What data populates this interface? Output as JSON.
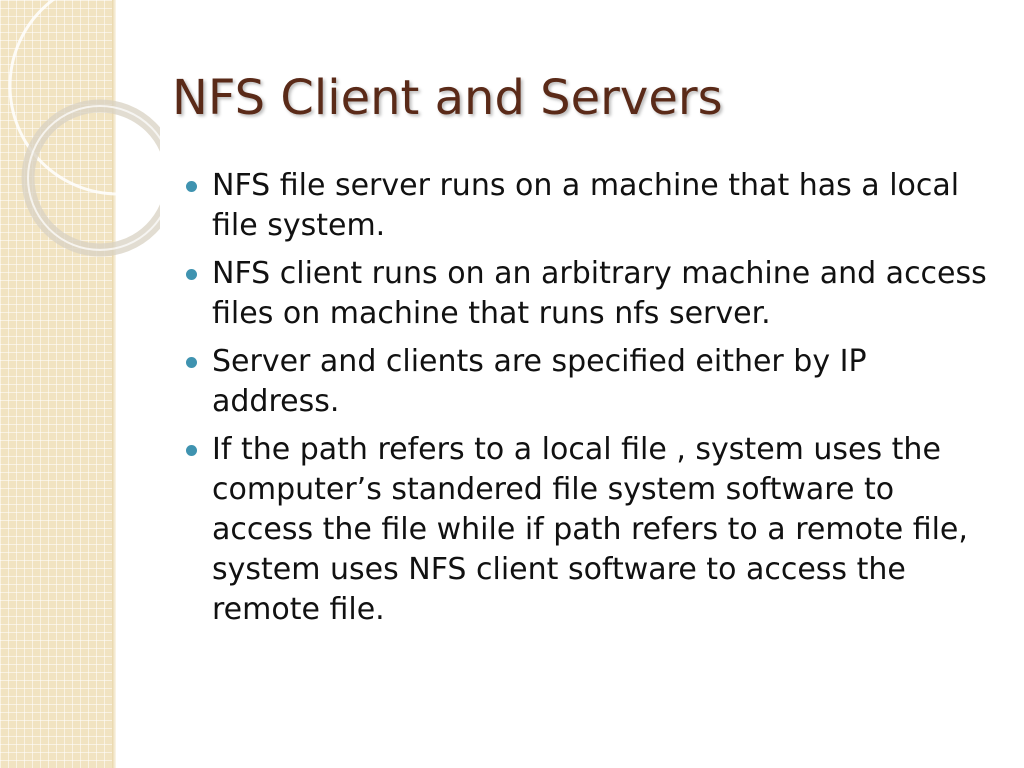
{
  "slide": {
    "title": "NFS Client and Servers",
    "bullets": [
      "NFS file server runs on a machine that has a local file system.",
      "NFS client runs on an arbitrary machine and access files on machine that runs nfs server.",
      "Server and clients are  specified either by IP address.",
      "If the path refers to a local file , system uses the computer’s standered file system software to access the file while if path refers to a remote file, system uses NFS client software to access the remote file."
    ]
  },
  "theme": {
    "title_color": "#5a2a18",
    "bullet_color": "#3f93b0",
    "band_color": "#f1e3c1",
    "icons": [
      "decorative-ring-icon",
      "bullet-dot-icon"
    ]
  }
}
